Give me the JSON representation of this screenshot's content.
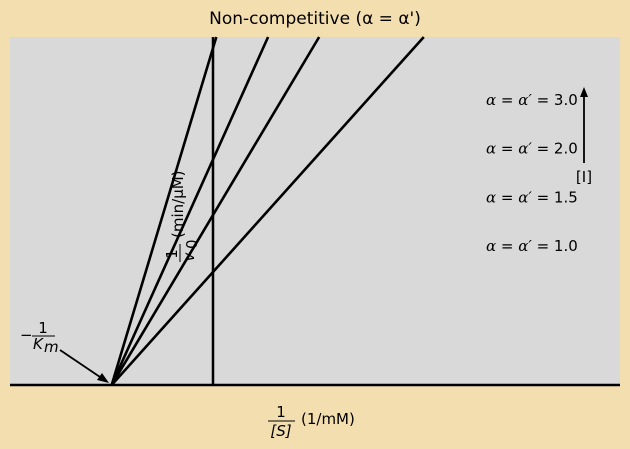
{
  "chart_data": {
    "type": "line",
    "title": "Non-competitive (α = α')",
    "xlabel": {
      "numerator": "1",
      "denominator": "[S]",
      "unit": "(1/mM)"
    },
    "ylabel": {
      "numerator": "1",
      "denominator": "v",
      "subscript": "0",
      "unit": "(min/μM)"
    },
    "intercept_annotation": {
      "sign": "−",
      "numerator": "1",
      "denominator": "K",
      "subscript": "m"
    },
    "arrow_label": "[I]",
    "x_intercept": -1,
    "xlim": [
      -2,
      4
    ],
    "ylim": [
      0,
      7
    ],
    "grid": false,
    "series": [
      {
        "name": "α = α′ = 3.0",
        "alpha": "3.0",
        "slope": 6.8,
        "x_start": -1
      },
      {
        "name": "α = α′ = 2.0",
        "alpha": "2.0",
        "slope": 4.55,
        "x_start": -1
      },
      {
        "name": "α = α′ = 1.5",
        "alpha": "1.5",
        "slope": 3.43,
        "x_start": -1
      },
      {
        "name": "α = α′ = 1.0",
        "alpha": "1.0",
        "slope": 2.28,
        "x_start": -1
      }
    ],
    "legend_prefix": "α = α′ = ",
    "legend_placement": "right",
    "colors": {
      "page_background": "#f3deb0",
      "plot_background": "#d9d9d9",
      "line": "#000000"
    }
  }
}
